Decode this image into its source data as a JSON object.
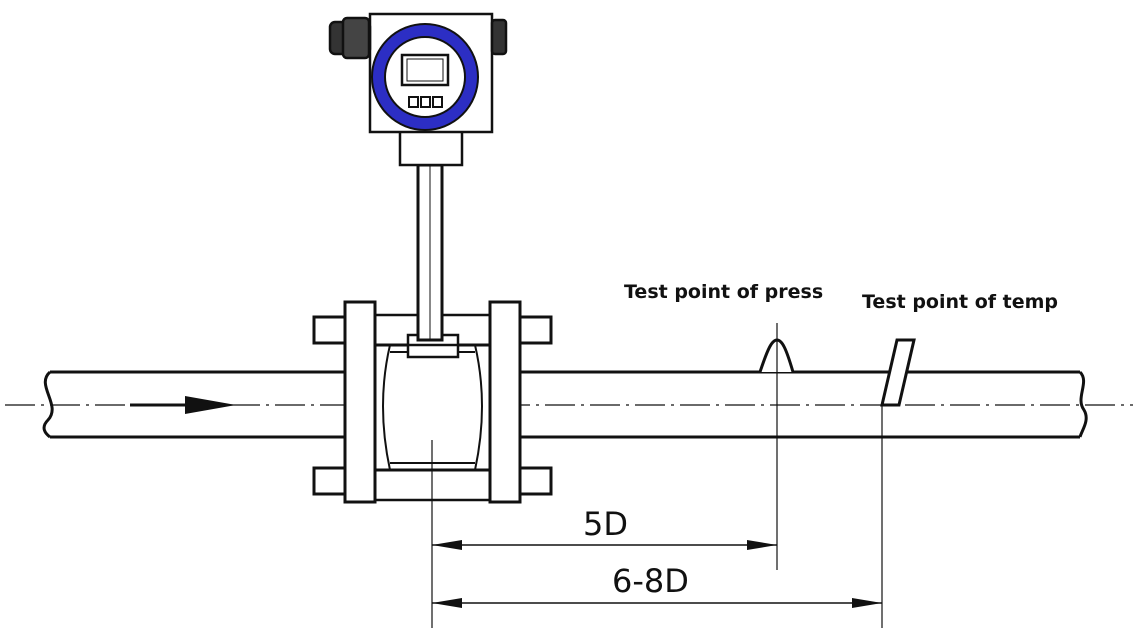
{
  "labels": {
    "pressure_point": "Test point of press",
    "temperature_point": "Test point of temp"
  },
  "dimensions": {
    "pressure_distance": "5D",
    "temperature_distance": "6-8D"
  },
  "colors": {
    "bezel": "#2c2ec4",
    "line": "#111111",
    "background": "#ffffff",
    "gland": "#333333"
  },
  "icons": [
    "flow-arrow-icon",
    "display-screen-icon"
  ]
}
